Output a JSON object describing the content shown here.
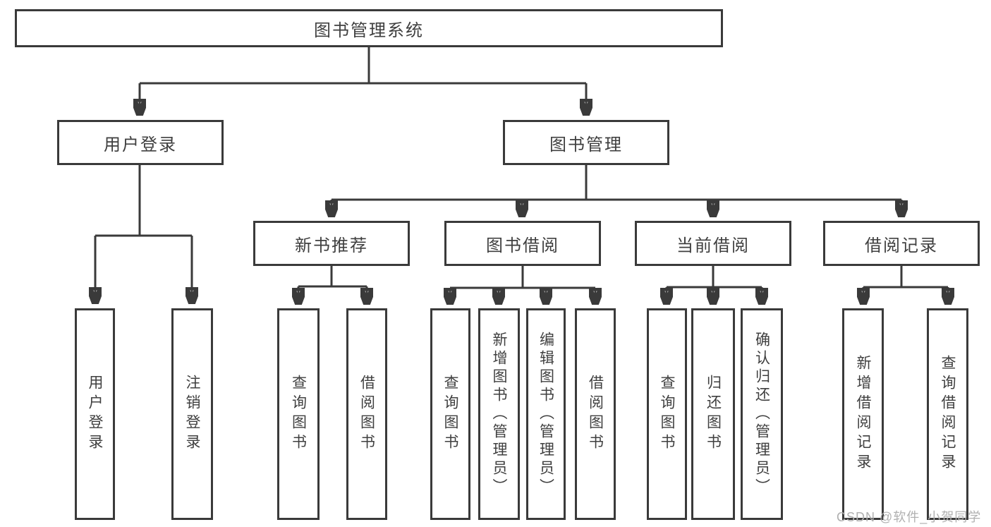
{
  "root_label": "图书管理系统",
  "branches": [
    {
      "label": "用户登录",
      "children": [
        "用户登录",
        "注销登录"
      ]
    },
    {
      "label": "图书管理",
      "groups": [
        {
          "label": "新书推荐",
          "children": [
            "查询图书",
            "借阅图书"
          ]
        },
        {
          "label": "图书借阅",
          "children": [
            "查询图书",
            "新增图书（管理员）",
            "编辑图书（管理员）",
            "借阅图书"
          ]
        },
        {
          "label": "当前借阅",
          "children": [
            "查询图书",
            "归还图书",
            "确认归还（管理员）"
          ]
        },
        {
          "label": "借阅记录",
          "children": [
            "新增借阅记录",
            "查询借阅记录"
          ]
        }
      ]
    }
  ],
  "watermark": "CSDN @软件_小贺同学",
  "colors": {
    "line": "#3a3a3a",
    "text": "#3f3f3f",
    "box_background": "#ffffff",
    "watermark": "#b0b0b0",
    "page_background": "#ffffff"
  }
}
